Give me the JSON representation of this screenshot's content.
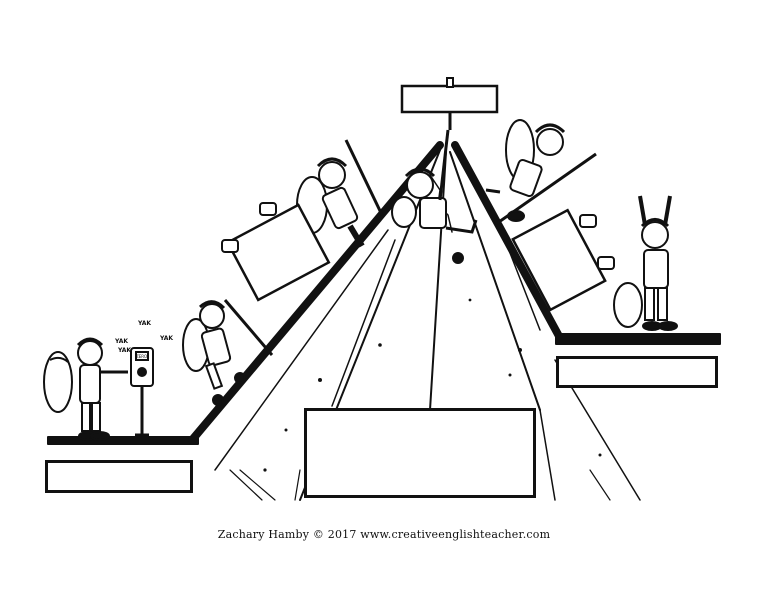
{
  "credit": "Zachary Hamby © 2017 www.creativeenglishteacher.com",
  "meter": {
    "label": "ZERO"
  },
  "speech": [
    "YAK",
    "YAK",
    "YAK",
    "YAK"
  ],
  "boxes": {
    "exposition": "",
    "rising_action": "",
    "climax": "",
    "falling_action": "",
    "resolution": ""
  }
}
